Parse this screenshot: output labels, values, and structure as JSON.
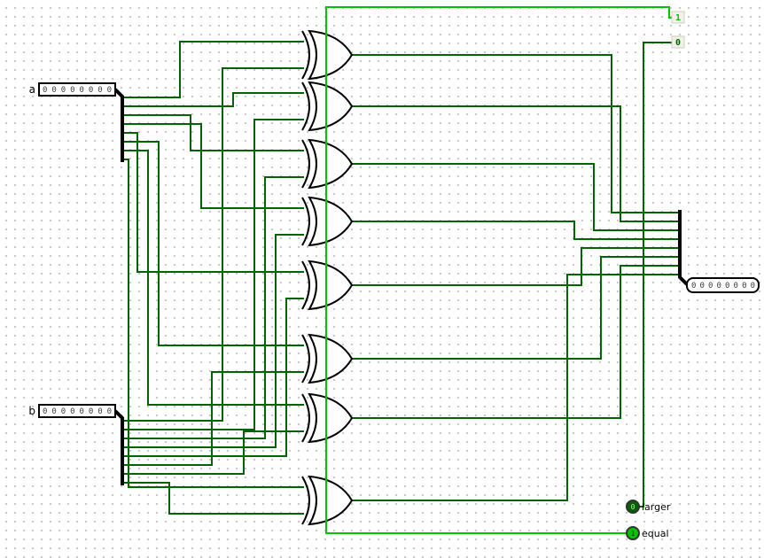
{
  "app": {
    "view": "logic-circuit-canvas",
    "gate_type": "XOR",
    "gate_count": 8
  },
  "colors": {
    "wire_low": "#006400",
    "wire_high": "#00c400",
    "outline": "#000000",
    "grid_dot": "#c8c8c8",
    "bit_text": "#3c3c3c",
    "canvas_bg": "#ffffff"
  },
  "inputs": {
    "a": {
      "label": "a",
      "bits": "0 0 0 0 0 0 0 0"
    },
    "b": {
      "label": "b",
      "bits": "0 0 0 0 0 0 0 0"
    }
  },
  "output": {
    "bits": "0 0 0 0 0 0 0 0"
  },
  "constants": {
    "one": "1",
    "zero": "0"
  },
  "pins": {
    "larger": {
      "label": "larger",
      "value": "0"
    },
    "equal": {
      "label": "equal",
      "value": "1"
    }
  }
}
